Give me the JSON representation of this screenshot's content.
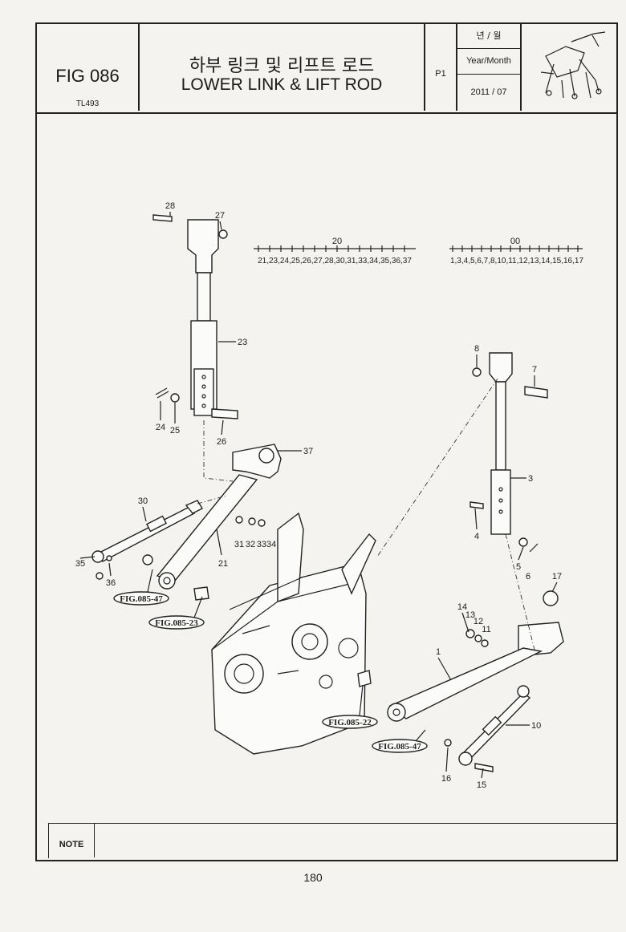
{
  "header": {
    "fig_no": "FIG 086",
    "model": "TL493",
    "title_ko": "하부 링크 및 리프트 로드",
    "title_en": "LOWER LINK & LIFT ROD",
    "page_code": "P1",
    "date_label_ko": "년 / 월",
    "date_label_en": "Year/Month",
    "date_value": "2011 / 07"
  },
  "groups": [
    {
      "key": "20",
      "members": "21,23,24,25,26,27,28,30,31,33,34,35,36,37"
    },
    {
      "key": "00",
      "members": "1,3,4,5,6,7,8,10,11,12,13,14,15,16,17"
    }
  ],
  "callouts": [
    "1",
    "3",
    "4",
    "5",
    "6",
    "7",
    "8",
    "10",
    "11",
    "12",
    "13",
    "14",
    "15",
    "16",
    "17",
    "21",
    "23",
    "24",
    "25",
    "26",
    "27",
    "28",
    "30",
    "31",
    "32",
    "3334",
    "35",
    "36",
    "37"
  ],
  "fig_refs": [
    "FIG.085-47",
    "FIG.085-23",
    "FIG.085-22",
    "FIG.085-47"
  ],
  "note_label": "NOTE",
  "page_number": "180"
}
